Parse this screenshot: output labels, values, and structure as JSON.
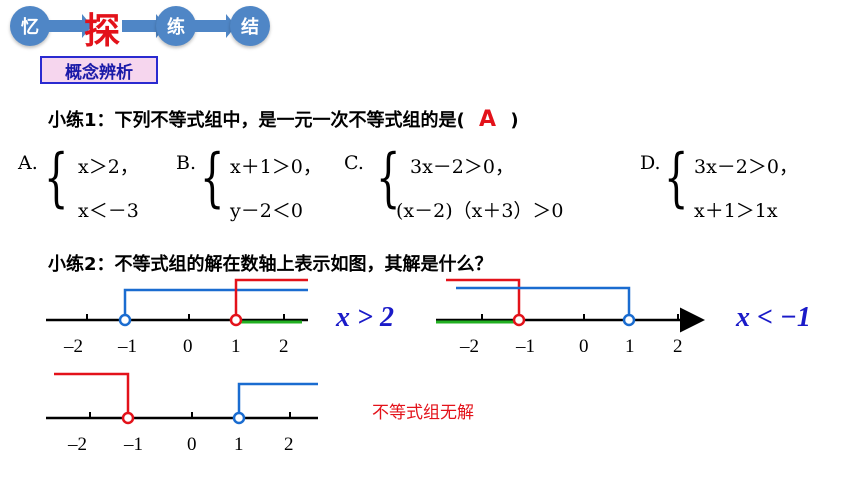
{
  "nav": {
    "items": [
      "忆",
      "探",
      "练",
      "结"
    ],
    "active": "探"
  },
  "concept_label": "概念辨析",
  "q1": {
    "text": "小练1：下列不等式组中，是一元一次不等式组的是(",
    "answer": "A",
    "close": ")"
  },
  "options": {
    "A": {
      "label": "A.",
      "line1": "x＞2，",
      "line2": "x＜－3"
    },
    "B": {
      "label": "B.",
      "line1": "x＋1＞0，",
      "line2": "y－2＜0"
    },
    "C": {
      "label": "C.",
      "line1": "3x－2＞0，",
      "line2": "(x－2)（x＋3）＞0"
    },
    "D": {
      "label": "D.",
      "line1": "3x－2＞0，",
      "line2": "x＋1＞1x"
    }
  },
  "q2": {
    "text": "小练2：不等式组的解在数轴上表示如图，其解是什么？"
  },
  "axis_ticks": [
    "–2",
    "–1",
    "0",
    "1",
    "2"
  ],
  "solutions": {
    "s1": "x > 2",
    "s2": "x < −1",
    "s3": "不等式组无解"
  },
  "colors": {
    "nav": "#4f86c6",
    "red": "#e3121a",
    "blue": "#1a6cd0",
    "green": "#22b022",
    "text_blue": "#1a1ac8"
  }
}
